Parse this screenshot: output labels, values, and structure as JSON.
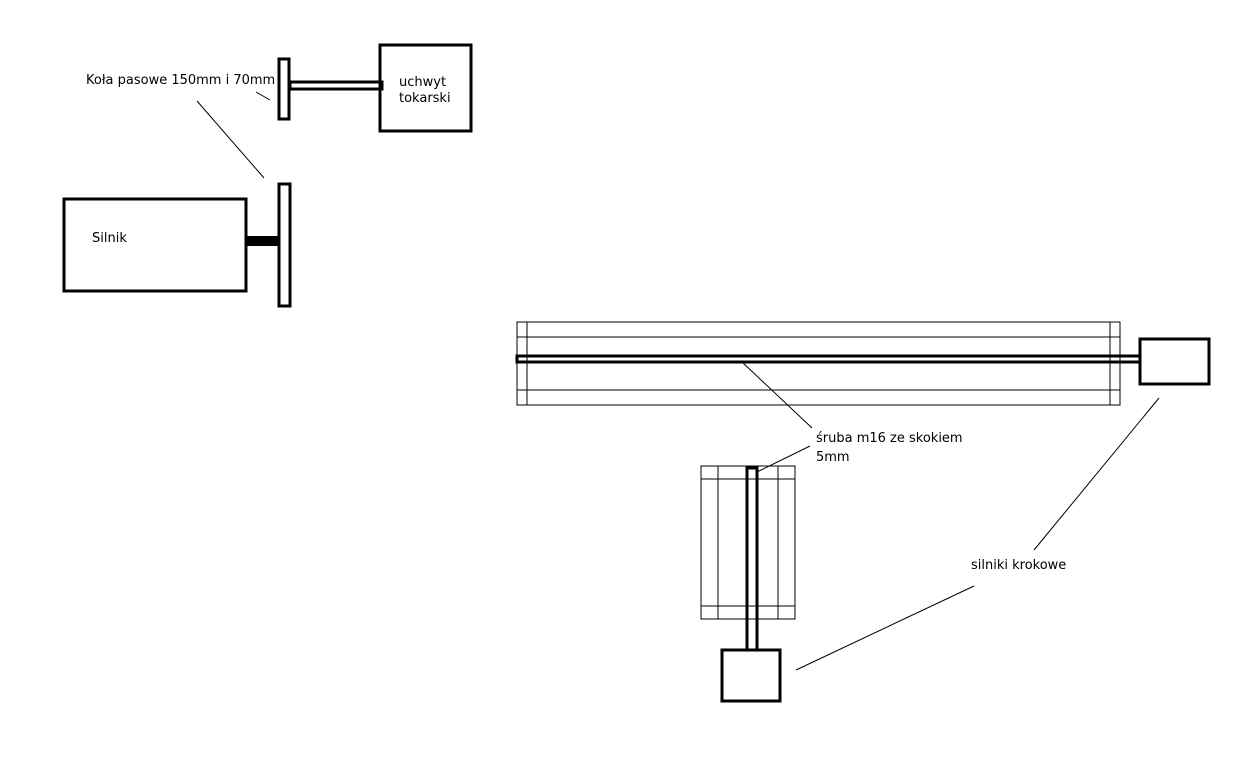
{
  "labels": {
    "pulleys": "Koła pasowe 150mm i 70mm",
    "chuck_line1": "uchwyt",
    "chuck_line2": "tokarski",
    "motor": "Silnik",
    "screw_line1": "śruba m16 ze skokiem",
    "screw_line2": "5mm",
    "steppers": "silniki krokowe"
  },
  "colors": {
    "ink": "#000000",
    "background": "#ffffff"
  }
}
